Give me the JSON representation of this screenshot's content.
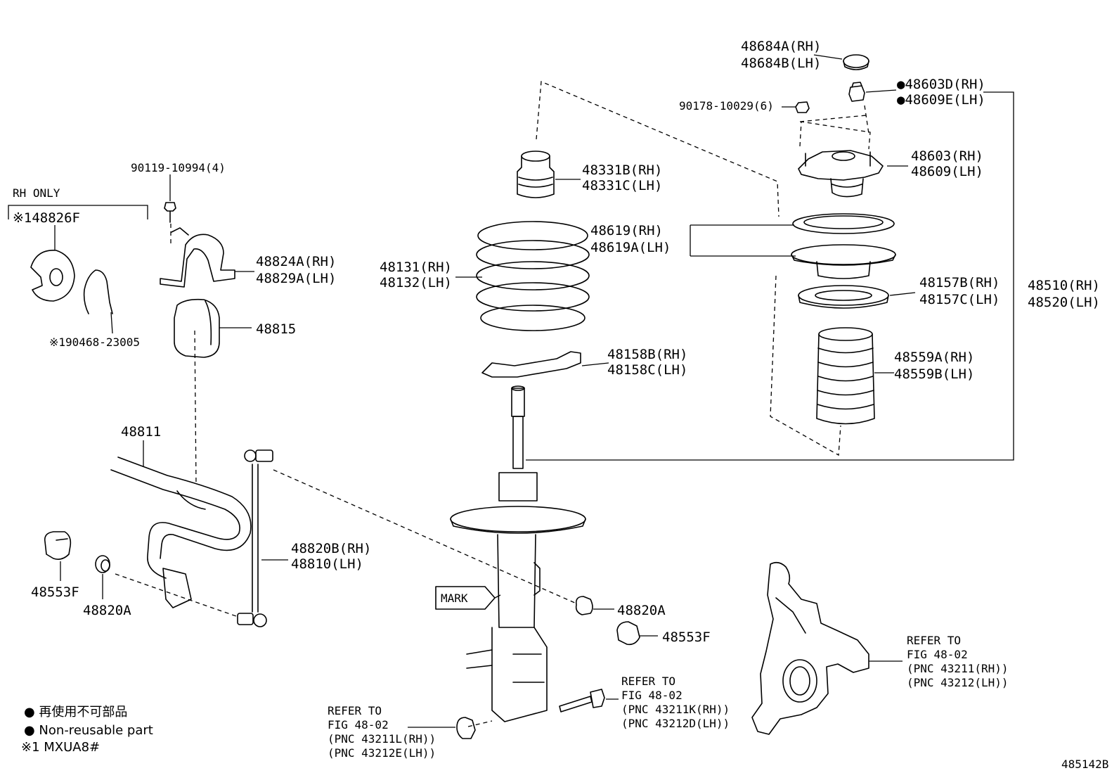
{
  "labels": {
    "p48684a": "48684A(RH)",
    "p48684b": "48684B(LH)",
    "p48603d": "●48603D(RH)",
    "p48609e": "●48609E(LH)",
    "p90178": "90178-10029(6)",
    "p48603": "48603(RH)",
    "p48609": "48609(LH)",
    "p48331b": "48331B(RH)",
    "p48331c": "48331C(LH)",
    "p48619": "48619(RH)",
    "p48619a": "48619A(LH)",
    "p48131": "48131(RH)",
    "p48132": "48132(LH)",
    "p48157b": "48157B(RH)",
    "p48157c": "48157C(LH)",
    "p48510": "48510(RH)",
    "p48520": "48520(LH)",
    "p48158b": "48158B(RH)",
    "p48158c": "48158C(LH)",
    "p48559a": "48559A(RH)",
    "p48559b": "48559B(LH)",
    "p90119": "90119-10994(4)",
    "rh_only": "RH ONLY",
    "p48826f": "※148826F",
    "p48824a": "48824A(RH)",
    "p48829a": "48829A(LH)",
    "p48815": "48815",
    "p90468": "※190468-23005",
    "p48811": "48811",
    "p48820b": "48820B(RH)",
    "p48810": "48810(LH)",
    "p48553f_left": "48553F",
    "p48820a_left": "48820A",
    "p48820a_right": "48820A",
    "p48553f_right": "48553F",
    "mark": "MARK"
  },
  "refs": {
    "knuckle": [
      "REFER TO",
      "FIG 48-02",
      "(PNC 43211(RH))",
      "(PNC 43212(LH))"
    ],
    "bolt": [
      "REFER TO",
      "FIG 48-02",
      "(PNC 43211K(RH))",
      "(PNC 43212D(LH))"
    ],
    "nut": [
      "REFER TO",
      "FIG 48-02",
      "(PNC 43211L(RH))",
      "(PNC 43212E(LH))"
    ]
  },
  "legend": {
    "line1": "● 再使用不可部品",
    "line2": "● Non-reusable part",
    "line3": "※1 MXUA8#"
  },
  "figure_id": "485142B"
}
